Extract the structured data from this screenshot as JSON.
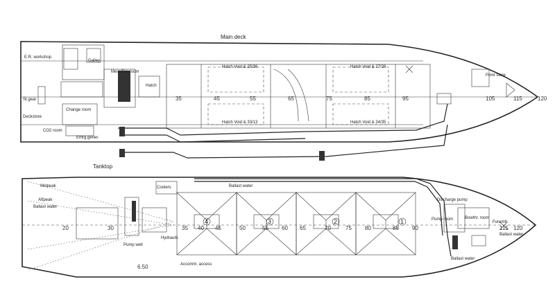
{
  "titles": {
    "main_deck": "Main deck",
    "tanktop": "Tanktop"
  },
  "main_deck": {
    "labels": {
      "er_workshop": "E.R. workshop",
      "galley": "Galley",
      "mess_dayroom": "Mess/Dayroom",
      "hatch": "Hatch",
      "st_gear": "St.gear",
      "deckstore": "Deckstore",
      "change_room": "Change room",
      "co2_room": "CO2 room",
      "emrg_gener": "Emrg.gener.",
      "point_store": "Point store",
      "void_25_36": "Hatch Void & 25/36",
      "void_27_28": "Hatch Void & 27/28",
      "void_33_13": "Hatch Void & 33/13",
      "void_34_35": "Hatch Void & 34/35"
    },
    "frames": [
      "35",
      "45",
      "55",
      "65",
      "75",
      "85",
      "95",
      "105",
      "115",
      "120"
    ]
  },
  "tanktop": {
    "labels": {
      "ballast_water_top": "Ballast water",
      "coolers": "Coolers",
      "midpeak": "Midpeak",
      "ballast_water_left": "Ballast water",
      "aftpeak": "Aftpeak",
      "foremfr": "Foremfr",
      "ballast_water_right": "Ballast water",
      "discharge_pump": "Discharge pump",
      "bowthr_room": "Bowthr. room",
      "pump_room": "Pump room",
      "hydraulic_tank": "Hydraulic",
      "pump_well": "Pump well",
      "ballast_water_br": "Ballast water",
      "accommodation_access": "Accomm. access"
    },
    "hold_numbers": [
      "4",
      "3",
      "2",
      "1"
    ],
    "frames": [
      "20",
      "30",
      "35",
      "40",
      "45",
      "50",
      "55",
      "60",
      "65",
      "70",
      "75",
      "80",
      "85",
      "90",
      "115",
      "120"
    ],
    "aft_frame": "6.50"
  }
}
